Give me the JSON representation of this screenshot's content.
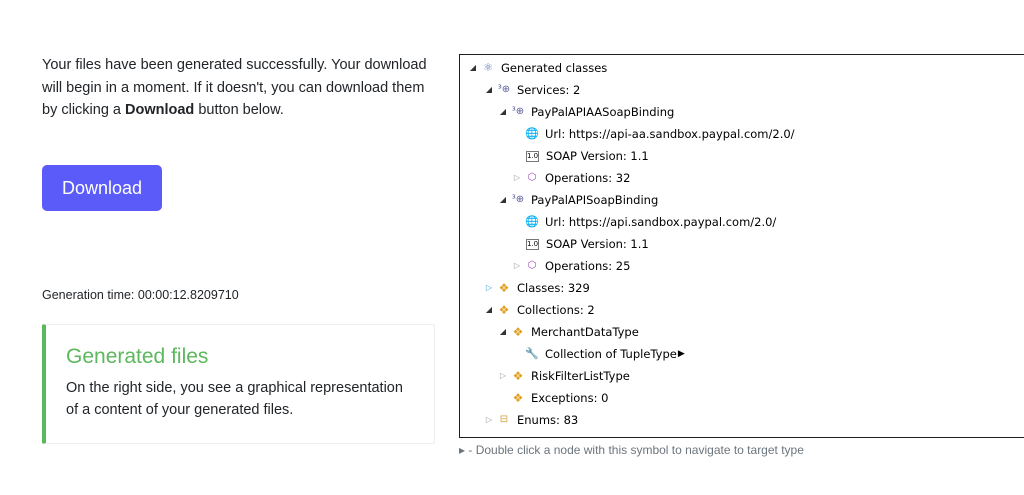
{
  "intro": {
    "text_before": "Your files have been generated successfully. Your download will begin in a moment. If it doesn't, you can download them by clicking a ",
    "bold": "Download",
    "text_after": " button below."
  },
  "download_button": "Download",
  "generation_time": "Generation time: 00:00:12.8209710",
  "card": {
    "title": "Generated files",
    "body": "On the right side, you see a graphical representation of a content of your generated files."
  },
  "tree": {
    "root": "Generated classes",
    "services": "Services: 2",
    "svc1": {
      "name": "PayPalAPIAASoapBinding",
      "url": "Url: https://api-aa.sandbox.paypal.com/2.0/",
      "soap": "SOAP Version: 1.1",
      "ops": "Operations: 32"
    },
    "svc2": {
      "name": "PayPalAPISoapBinding",
      "url": "Url: https://api.sandbox.paypal.com/2.0/",
      "soap": "SOAP Version: 1.1",
      "ops": "Operations: 25"
    },
    "classes": "Classes: 329",
    "collections": "Collections: 2",
    "merchant": "MerchantDataType",
    "collection_of": "Collection of TupleType",
    "risk": "RiskFilterListType",
    "exceptions": "Exceptions: 0",
    "enums": "Enums: 83",
    "version_badge": "1.0"
  },
  "icons": {
    "expanded": "expanded-triangle-icon",
    "collapsed": "collapsed-triangle-icon",
    "root": "class-diagram-icon",
    "service": "service-globe-icon",
    "url": "url-globe-icon",
    "version": "version-badge-icon",
    "operation": "operation-cube-icon",
    "class": "class-icon",
    "wrench": "wrench-icon",
    "enum": "enum-icon",
    "navigate": "navigate-arrow-icon"
  },
  "footnote": "- Double click a node with this symbol to navigate to target type",
  "colors": {
    "button": "#5b5bfa",
    "card_accent": "#5cb85c",
    "card_title": "#5cb85c"
  }
}
